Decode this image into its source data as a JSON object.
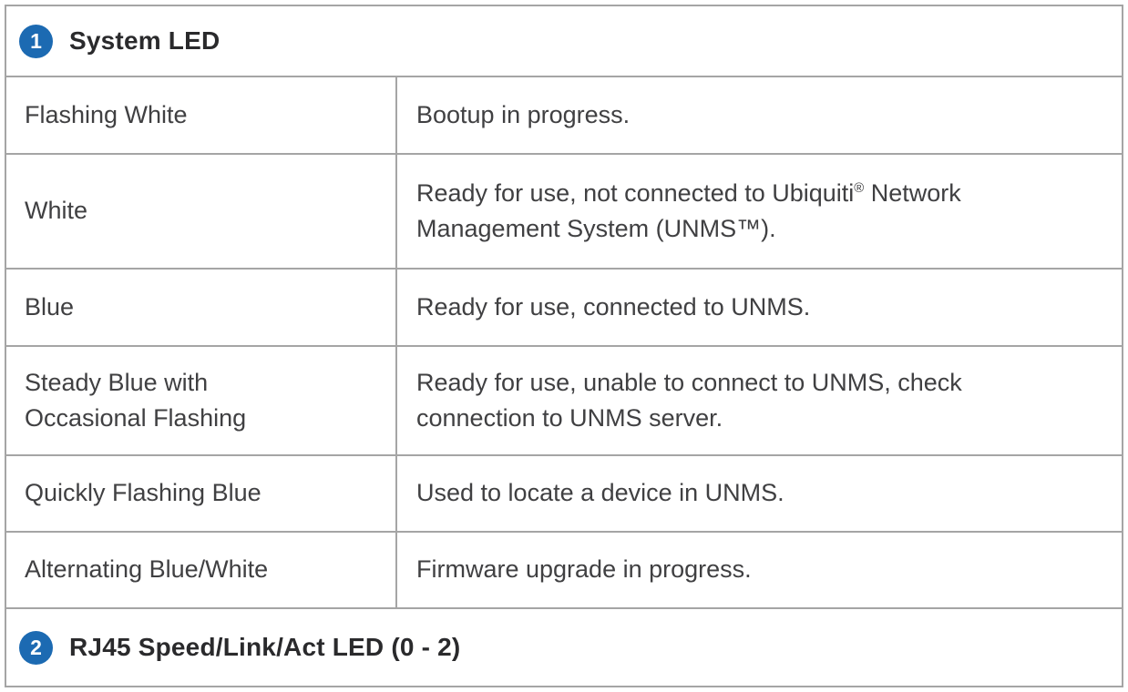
{
  "colors": {
    "accent_blue": "#1c6ab2",
    "border_gray": "#a5a5a5",
    "text_gray": "#404042"
  },
  "sections": [
    {
      "number": "1",
      "title": "System LED",
      "rows": [
        {
          "led": "Flashing White",
          "desc": "Bootup in progress."
        },
        {
          "led": "White",
          "desc": "Ready for use, not connected to Ubiquiti® Network Management System (UNMS™)."
        },
        {
          "led": "Blue",
          "desc": "Ready for use, connected to UNMS."
        },
        {
          "led": "Steady Blue with Occasional Flashing",
          "desc": "Ready for use, unable to connect to UNMS, check connection to UNMS server."
        },
        {
          "led": "Quickly Flashing Blue",
          "desc": "Used to locate a device in UNMS."
        },
        {
          "led": "Alternating Blue/White",
          "desc": "Firmware upgrade in progress."
        }
      ]
    },
    {
      "number": "2",
      "title": "RJ45 Speed/Link/Act LED (0 - 2)"
    }
  ]
}
